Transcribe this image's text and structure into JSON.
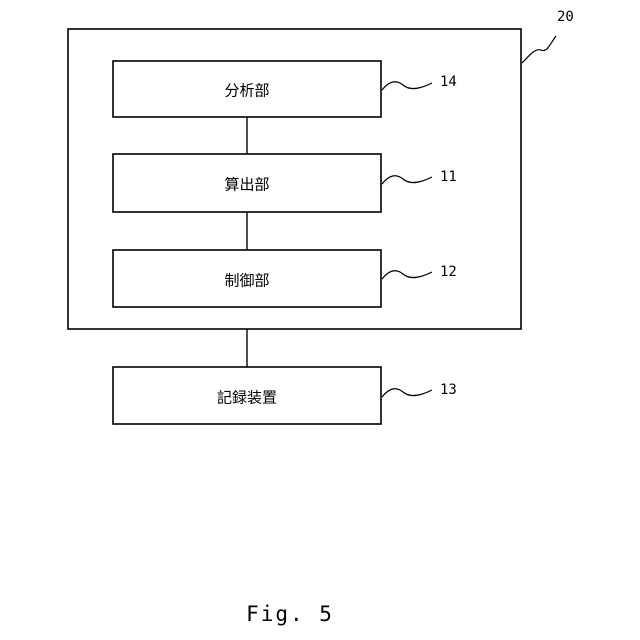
{
  "outer": {
    "ref": "20"
  },
  "blocks": {
    "analysis": {
      "label": "分析部",
      "ref": "14"
    },
    "calculation": {
      "label": "算出部",
      "ref": "11"
    },
    "control": {
      "label": "制御部",
      "ref": "12"
    },
    "recording": {
      "label": "記録装置",
      "ref": "13"
    }
  },
  "figure": {
    "caption": "Fig. 5"
  }
}
